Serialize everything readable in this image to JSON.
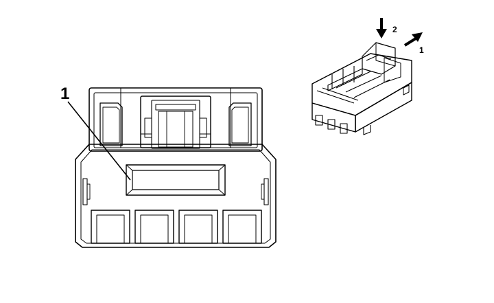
{
  "diagram": {
    "front_view": {
      "callout_label": "1"
    },
    "iso_view": {
      "arrow_down_label": "2",
      "arrow_diag_label": "1"
    },
    "colors": {
      "stroke": "#000000",
      "background": "#ffffff"
    }
  }
}
